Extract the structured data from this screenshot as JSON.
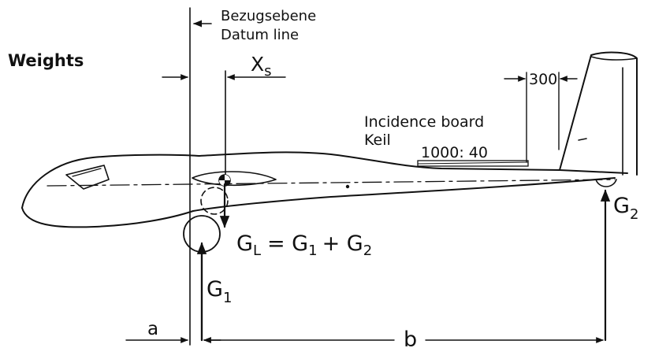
{
  "title": "Weights",
  "datum": {
    "line1": "Bezugsebene",
    "line2": "Datum line"
  },
  "xs": {
    "base": "X",
    "sub": "s"
  },
  "dim_300": "300",
  "incidence": {
    "line1": "Incidence board",
    "line2": "Keil",
    "ratio": "1000: 40"
  },
  "gl": {
    "g": "G",
    "l": "L",
    "eq": "= G",
    "one": "1",
    "plus": "+ G",
    "two": "2"
  },
  "g1": {
    "g": "G",
    "sub": "1"
  },
  "g2": {
    "g": "G",
    "sub": "2"
  },
  "dim_a": "a",
  "dim_b": "b"
}
